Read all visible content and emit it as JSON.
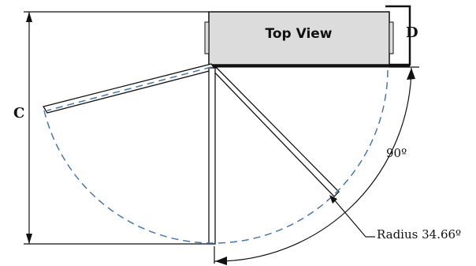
{
  "diagram": {
    "title": "Top View",
    "dimension_c_label": "C",
    "dimension_d_label": "D",
    "swing_angle_label": "90º",
    "radius_label": "Radius 34.66º",
    "colors": {
      "cabinet_fill": "#dcdcdc",
      "line": "#111111",
      "swing_arc": "#4a78a8"
    }
  }
}
